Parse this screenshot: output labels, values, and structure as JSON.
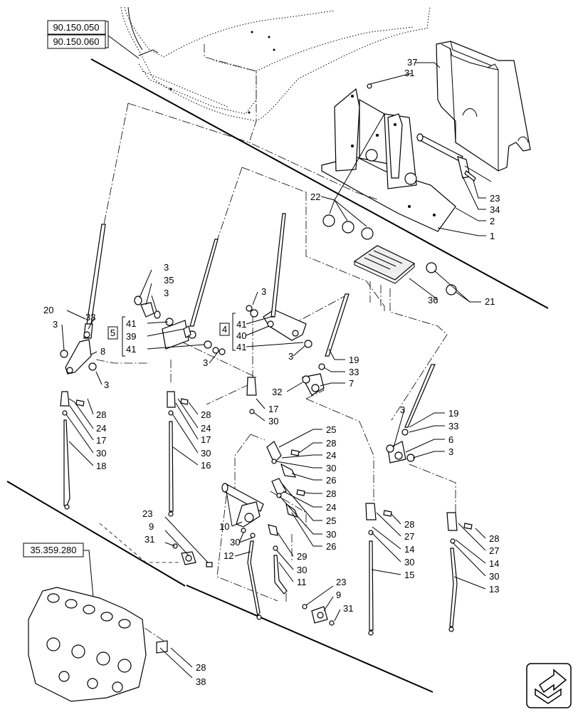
{
  "ref_boxes": {
    "top_a": "90.150.050",
    "top_b": "90.150.060",
    "bottom": "35.359.280"
  },
  "group_boxes": {
    "g5": "5",
    "g4": "4"
  },
  "callouts": [
    {
      "id": "c37",
      "text": "37"
    },
    {
      "id": "c31a",
      "text": "31"
    },
    {
      "id": "c22",
      "text": "22"
    },
    {
      "id": "c23a",
      "text": "23"
    },
    {
      "id": "c34",
      "text": "34"
    },
    {
      "id": "c2",
      "text": "2"
    },
    {
      "id": "c1",
      "text": "1"
    },
    {
      "id": "c3a",
      "text": "3"
    },
    {
      "id": "c35",
      "text": "35"
    },
    {
      "id": "c3b",
      "text": "3"
    },
    {
      "id": "c3c",
      "text": "3"
    },
    {
      "id": "c41a",
      "text": "41"
    },
    {
      "id": "c39",
      "text": "39"
    },
    {
      "id": "c41b",
      "text": "41"
    },
    {
      "id": "c41c",
      "text": "41"
    },
    {
      "id": "c40",
      "text": "40"
    },
    {
      "id": "c41d",
      "text": "41"
    },
    {
      "id": "c36",
      "text": "36"
    },
    {
      "id": "c21",
      "text": "21"
    },
    {
      "id": "c20",
      "text": "20"
    },
    {
      "id": "c33a",
      "text": "33"
    },
    {
      "id": "c3d",
      "text": "3"
    },
    {
      "id": "c8",
      "text": "8"
    },
    {
      "id": "c3e",
      "text": "3"
    },
    {
      "id": "c3f",
      "text": "3"
    },
    {
      "id": "c3g",
      "text": "3"
    },
    {
      "id": "c19a",
      "text": "19"
    },
    {
      "id": "c33b",
      "text": "33"
    },
    {
      "id": "c7",
      "text": "7"
    },
    {
      "id": "c32",
      "text": "32"
    },
    {
      "id": "c28a",
      "text": "28"
    },
    {
      "id": "c24a",
      "text": "24"
    },
    {
      "id": "c17a",
      "text": "17"
    },
    {
      "id": "c30a",
      "text": "30"
    },
    {
      "id": "c18",
      "text": "18"
    },
    {
      "id": "c28b",
      "text": "28"
    },
    {
      "id": "c24b",
      "text": "24"
    },
    {
      "id": "c17b",
      "text": "17"
    },
    {
      "id": "c30b",
      "text": "30"
    },
    {
      "id": "c16",
      "text": "16"
    },
    {
      "id": "c17c",
      "text": "17"
    },
    {
      "id": "c30c",
      "text": "30"
    },
    {
      "id": "c25a",
      "text": "25"
    },
    {
      "id": "c28c",
      "text": "28"
    },
    {
      "id": "c24c",
      "text": "24"
    },
    {
      "id": "c30d",
      "text": "30"
    },
    {
      "id": "c26a",
      "text": "26"
    },
    {
      "id": "c28d",
      "text": "28"
    },
    {
      "id": "c24d",
      "text": "24"
    },
    {
      "id": "c25b",
      "text": "25"
    },
    {
      "id": "c30e",
      "text": "30"
    },
    {
      "id": "c26b",
      "text": "26"
    },
    {
      "id": "c3h",
      "text": "3"
    },
    {
      "id": "c19b",
      "text": "19"
    },
    {
      "id": "c33c",
      "text": "33"
    },
    {
      "id": "c6",
      "text": "6"
    },
    {
      "id": "c3i",
      "text": "3"
    },
    {
      "id": "c10",
      "text": "10"
    },
    {
      "id": "c30f",
      "text": "30"
    },
    {
      "id": "c12",
      "text": "12"
    },
    {
      "id": "c29",
      "text": "29"
    },
    {
      "id": "c30g",
      "text": "30"
    },
    {
      "id": "c11",
      "text": "11"
    },
    {
      "id": "c23b",
      "text": "23"
    },
    {
      "id": "c9a",
      "text": "9"
    },
    {
      "id": "c31b",
      "text": "31"
    },
    {
      "id": "c28e",
      "text": "28"
    },
    {
      "id": "c27a",
      "text": "27"
    },
    {
      "id": "c14a",
      "text": "14"
    },
    {
      "id": "c30h",
      "text": "30"
    },
    {
      "id": "c15",
      "text": "15"
    },
    {
      "id": "c28f",
      "text": "28"
    },
    {
      "id": "c27b",
      "text": "27"
    },
    {
      "id": "c14b",
      "text": "14"
    },
    {
      "id": "c30i",
      "text": "30"
    },
    {
      "id": "c13",
      "text": "13"
    },
    {
      "id": "c23c",
      "text": "23"
    },
    {
      "id": "c9b",
      "text": "9"
    },
    {
      "id": "c31c",
      "text": "31"
    },
    {
      "id": "c28g",
      "text": "28"
    },
    {
      "id": "c38",
      "text": "38"
    }
  ],
  "nav_icon": "next-page-arrow-icon"
}
